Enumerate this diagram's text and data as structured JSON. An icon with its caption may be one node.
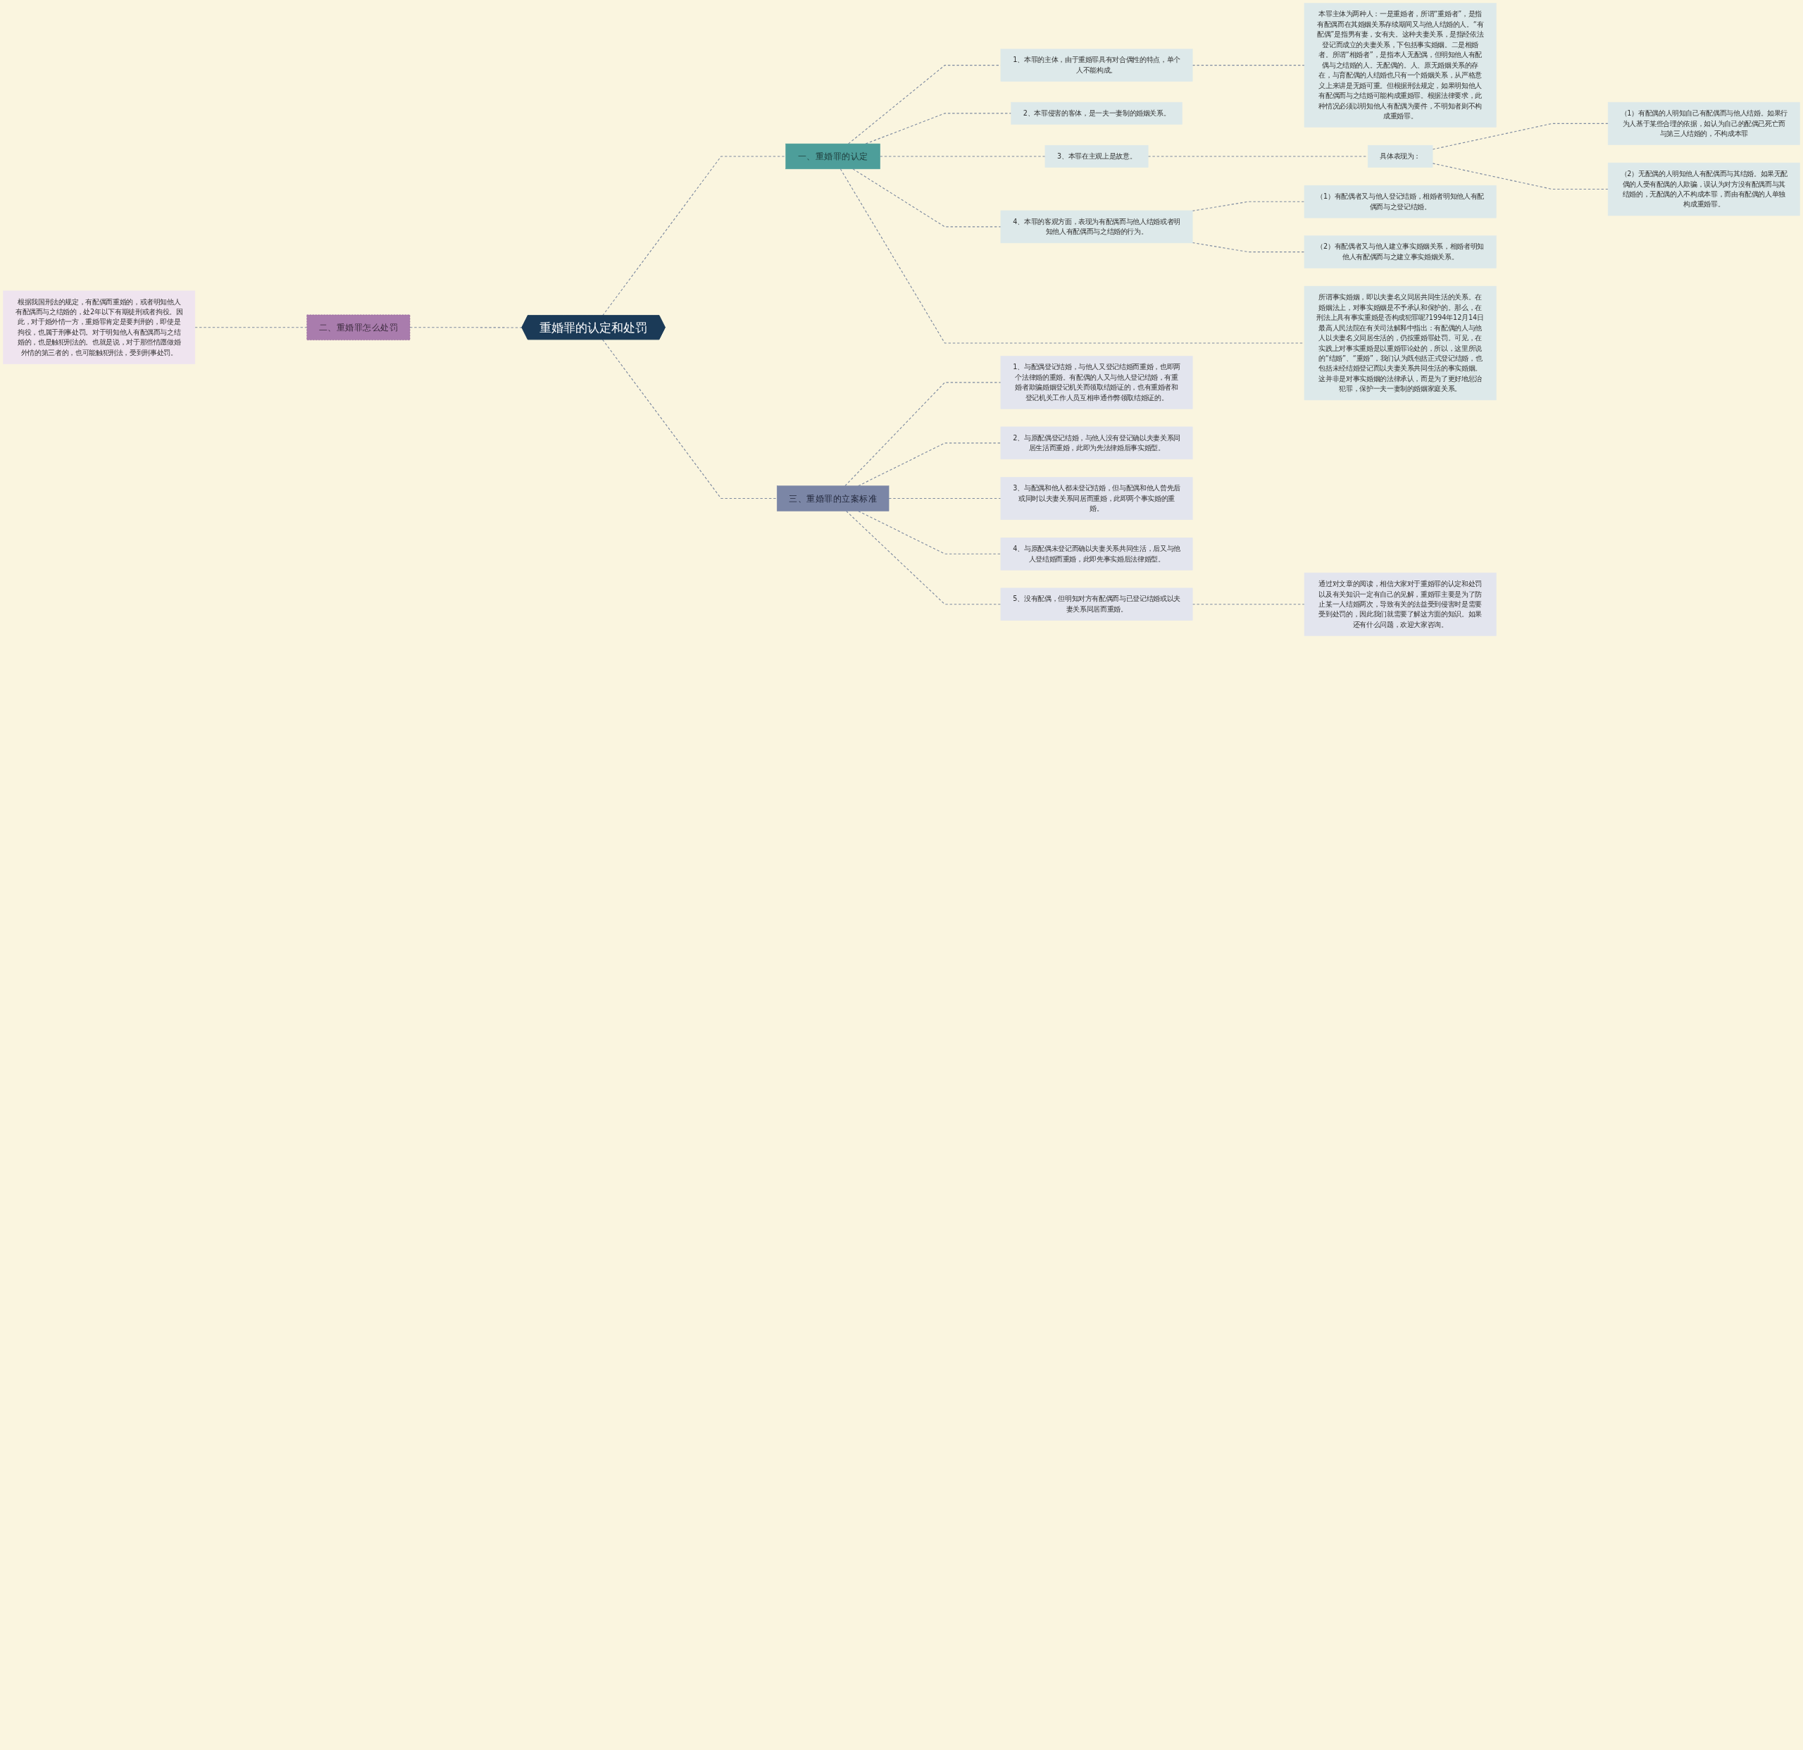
{
  "diagram": {
    "nodes": [
      {
        "text": [
          "重婚罪的认定和处罚"
        ]
      },
      {
        "text": [
          "一、重婚罪的认定"
        ]
      },
      {
        "text": [
          "1、本罪的主体，由于重婚罪具有对合偶性的特点，单个人不能构成。"
        ]
      },
      {
        "text": [
          "本罪主体为两种人：一是重婚者，所谓“重婚者”，是指有配偶而在其婚姻关系存续期间又与他人结婚的人。“有配偶”是指男有妻，女有夫。这种夫妻关系，是指经依法登记而成立的夫妻关系，下包括事实婚姻。二是相婚者。所谓“相婚者”，是指本人无配偶，但明知他人有配偶与之结婚的人。无配偶的。人、原无婚姻关系的存在，与育配偶的人结婚也只有一个婚姻关系，从严格意义上来讲是无婚可重。但根据刑法规定，如果明知他人有配偶而与之结婚可能构成重婚罪。根据法律要求，此种情况必须以明知他人有配偶为要件，不明知者则不构成重婚罪。"
        ]
      },
      {
        "text": [
          "2、本罪侵害的客体，是一夫一妻制的婚姻关系。"
        ]
      },
      {
        "text": [
          "3、本罪在主观上是故意。"
        ]
      },
      {
        "text": [
          "具体表现为："
        ]
      },
      {
        "text": [
          "（1）有配偶的人明知自己有配偶而与他人结婚。如果行为人基于某些合理的依据，如认为自己的配偶已死亡而与第三人结婚的，不构成本罪"
        ]
      },
      {
        "text": [
          "（2）无配偶的人明知他人有配偶而与其结婚。如果无配偶的人受有配偶的人欺骗，误认为对方没有配偶而与其结婚的，无配偶的入不构成本罪，而由有配偶的人单独构成重婚罪。"
        ]
      },
      {
        "text": [
          "4、本罪的客观方面，表现为有配偶而与他人结婚或者明知他人有配偶而与之结婚的行为。"
        ]
      },
      {
        "text": [
          "（1）有配偶者又与他人登记结婚，相婚者明知他人有配偶而与之登记结婚。"
        ]
      },
      {
        "text": [
          "（2）有配偶者又与他人建立事实婚姻关系，相婚者明知他人有配偶而与之建立事实婚姻关系。"
        ]
      },
      {
        "text": [
          "所谓事实婚姻，即以夫妻名义同居共同生活的关系。在婚姻法上，对事实婚姻是不予承认和保护的。那么，在刑法上具有事实重婚是否构成犯罪呢?1994年12月14日最高人民法院在有关司法解释中指出：有配偶的人与他人以夫妻名义同居生活的，仍按重婚罪处罚。可见，在实践上对事实重婚是以重婚罪论处的，所以，这里所说的“结婚”、“重婚”，我们认为既包括正式登记结婚，也包括未经结婚登记而以夫妻关系共同生活的事实婚姻。这并非是对事实婚姻的法律承认，而是为了更好地惩治犯罪，保护一夫一妻制的婚姻家庭关系。"
        ]
      },
      {
        "text": [
          "二、重婚罪怎么处罚"
        ]
      },
      {
        "text": [
          "根据我国刑法的规定，有配偶而重婚的，或者明知他人有配偶而与之结婚的，处2年以下有期徒刑或者拘役。因此，对于婚外情一方，重婚罪肯定是要判刑的，即使是拘役，也属于刑事处罚。对于明知他人有配偶而与之结婚的，也是触犯刑法的。也就是说，对于那些情愿做婚外情的第三者的，也可能触犯刑法，受到刑事处罚。"
        ]
      },
      {
        "text": [
          "三、重婚罪的立案标准"
        ]
      },
      {
        "text": [
          "1、与配偶登记结婚，与他人又登记结婚而重婚，也即两个法律婚的重婚。有配偶的人又与他人登记结婚，有重婚者欺骗婚姻登记机关而领取结婚证的，也有重婚者和登记机关工作人员互相串通作弊领取结婚证的。"
        ]
      },
      {
        "text": [
          "2、与原配偶登记结婚，与他人没有登记确以夫妻关系同居生活而重婚，此即为先法律婚后事实婚型。"
        ]
      },
      {
        "text": [
          "3、与配偶和他人都未登记结婚，但与配偶和他人曾先后或同时以夫妻关系同居而重婚，此即两个事实婚的重婚。"
        ]
      },
      {
        "text": [
          "4、与原配偶未登记而确以夫妻关系共同生活，后又与他人登结婚而重婚，此即先事实婚后法律婚型。"
        ]
      },
      {
        "text": [
          "5、没有配偶，但明知对方有配偶而与已登记结婚或以夫妻关系同居而重婚。"
        ]
      },
      {
        "text": [
          "通过对文章的阅读，相信大家对于重婚罪的认定和处罚以及有关知识一定有自己的见解，重婚罪主要是为了防止某一人结婚两次，导致有关的法益受到侵害时是需要受到处罚的，因此我们就需要了解这方面的知识。如果还有什么问题，欢迎大家咨询。"
        ]
      }
    ],
    "edges": [
      {
        "from": 14,
        "to": 13,
        "arrow": "none",
        "style": "dashed"
      },
      {
        "from": 13,
        "to": 0,
        "arrow": "none",
        "style": "dashed"
      },
      {
        "from": 0,
        "to": 1,
        "arrow": "none",
        "style": "dashed"
      },
      {
        "from": 1,
        "to": 2,
        "arrow": "none",
        "style": "dashed"
      },
      {
        "from": 2,
        "to": 3,
        "arrow": "none",
        "style": "dashed"
      },
      {
        "from": 1,
        "to": 4,
        "arrow": "none",
        "style": "dashed"
      },
      {
        "from": 1,
        "to": 5,
        "arrow": "none",
        "style": "dashed"
      },
      {
        "from": 5,
        "to": 6,
        "arrow": "none",
        "style": "dashed"
      },
      {
        "from": 6,
        "to": 7,
        "arrow": "none",
        "style": "dashed"
      },
      {
        "from": 6,
        "to": 8,
        "arrow": "none",
        "style": "dashed"
      },
      {
        "from": 1,
        "to": 9,
        "arrow": "none",
        "style": "dashed"
      },
      {
        "from": 9,
        "to": 10,
        "arrow": "none",
        "style": "dashed"
      },
      {
        "from": 9,
        "to": 11,
        "arrow": "none",
        "style": "dashed"
      },
      {
        "from": 1,
        "to": 12,
        "arrow": "none",
        "style": "dashed"
      },
      {
        "from": 0,
        "to": 15,
        "arrow": "none",
        "style": "dashed"
      },
      {
        "from": 15,
        "to": 16,
        "arrow": "none",
        "style": "dashed"
      },
      {
        "from": 15,
        "to": 17,
        "arrow": "none",
        "style": "dashed"
      },
      {
        "from": 15,
        "to": 18,
        "arrow": "none",
        "style": "dashed"
      },
      {
        "from": 15,
        "to": 19,
        "arrow": "none",
        "style": "dashed"
      },
      {
        "from": 15,
        "to": 20,
        "arrow": "none",
        "style": "dashed"
      },
      {
        "from": 20,
        "to": 21,
        "arrow": "none",
        "style": "dashed"
      }
    ]
  }
}
